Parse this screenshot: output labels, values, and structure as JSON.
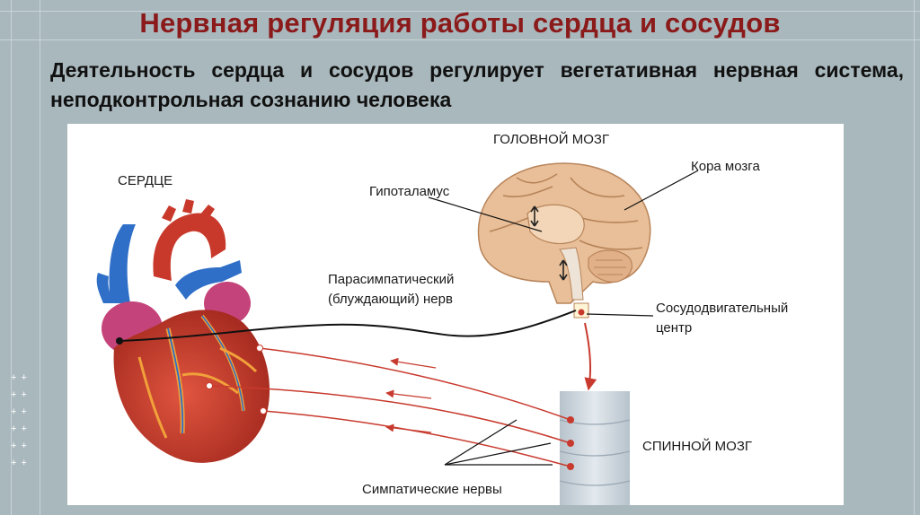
{
  "title": "Нервная регуляция работы сердца и сосудов",
  "subtitle": "Деятельность сердца и сосудов регулирует вегетативная нервная система, неподконтрольная сознанию человека",
  "plus_marks": [
    "+ +",
    "+ +",
    "+ +",
    "+ +",
    "+ +",
    "+ +"
  ],
  "labels": {
    "heart": "СЕРДЦЕ",
    "brain": "ГОЛОВНОЙ МОЗГ",
    "cortex": "Кора мозга",
    "hypothalamus": "Гипоталамус",
    "parasympathetic_line1": "Парасимпатический",
    "parasympathetic_line2": "(блуждающий) нерв",
    "vasomotor_line1": "Сосудодвигательный",
    "vasomotor_line2": "центр",
    "spinal_cord": "СПИННОЙ МОЗГ",
    "sympathetic": "Симпатические нервы"
  },
  "colors": {
    "title": "#8b1a1a",
    "background": "#a9b8bd",
    "heart_red": "#c8392b",
    "artery_blue": "#2f6fc7",
    "atrium_pink": "#c4437a",
    "brain_tan": "#e8bf98",
    "nerve_red": "#c83a2e",
    "spinal_cord": "#cfd8e0"
  }
}
